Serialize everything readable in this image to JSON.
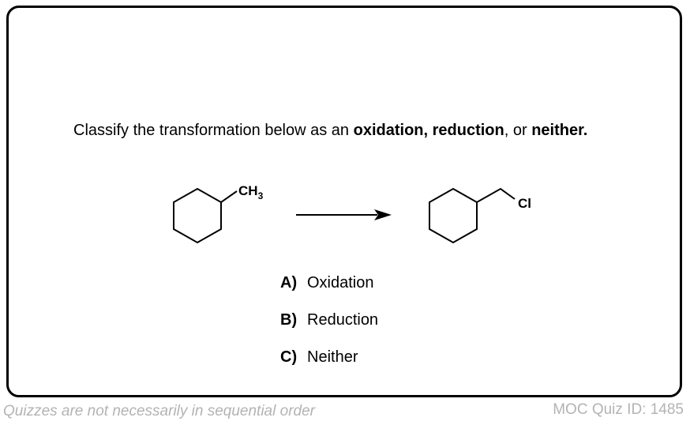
{
  "question": {
    "prefix": "Classify the transformation below as an ",
    "bold1": "oxidation, reduction",
    "middle": ", or ",
    "bold2": "neither."
  },
  "reaction": {
    "reactant_group": "CH",
    "reactant_subscript": "3",
    "product_group": "Cl"
  },
  "choices": [
    {
      "letter": "A)",
      "text": "Oxidation"
    },
    {
      "letter": "B)",
      "text": "Reduction"
    },
    {
      "letter": "C)",
      "text": "Neither"
    }
  ],
  "footer": {
    "left": "Quizzes are not necessarily in sequential order",
    "right": "MOC Quiz ID: 1485"
  }
}
